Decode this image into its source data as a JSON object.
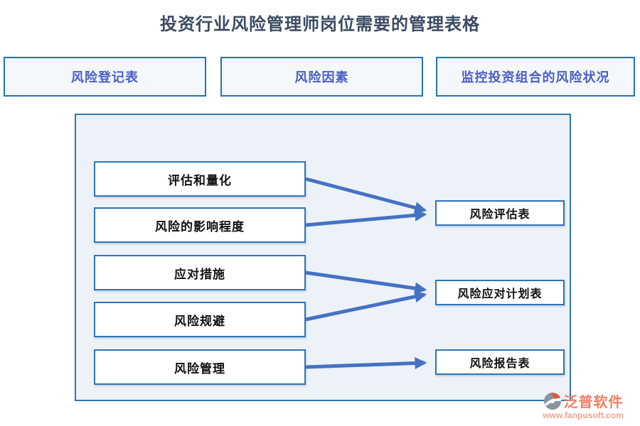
{
  "title": "投资行业风险管理师岗位需要的管理表格",
  "top_buttons": [
    {
      "label": "风险登记表"
    },
    {
      "label": "风险因素"
    },
    {
      "label": "监控投资组合的风险状况"
    }
  ],
  "diagram": {
    "source_boxes": [
      {
        "label": "评估和量化"
      },
      {
        "label": "风险的影响程度"
      },
      {
        "label": "应对措施"
      },
      {
        "label": "风险规避"
      },
      {
        "label": "风险管理"
      }
    ],
    "target_boxes": [
      {
        "label": "风险评估表"
      },
      {
        "label": "风险应对计划表"
      },
      {
        "label": "风险报告表"
      }
    ],
    "connections": [
      {
        "from": "评估和量化",
        "to": "风险评估表"
      },
      {
        "from": "风险的影响程度",
        "to": "风险评估表"
      },
      {
        "from": "应对措施",
        "to": "风险应对计划表"
      },
      {
        "from": "风险规避",
        "to": "风险应对计划表"
      },
      {
        "from": "风险管理",
        "to": "风险报告表"
      }
    ]
  },
  "logo": {
    "name": "泛普软件",
    "url": "www.fanpusoft.com"
  },
  "colors": {
    "title_text": "#3a4a63",
    "button_border": "#2273bd",
    "button_text": "#4a5ec5",
    "button_fill": "#f4f8fc",
    "diagram_fill": "#edf2f9",
    "box_border": "#2e75b6",
    "arrow": "#4472c4",
    "logo_text": "#ee8066"
  }
}
